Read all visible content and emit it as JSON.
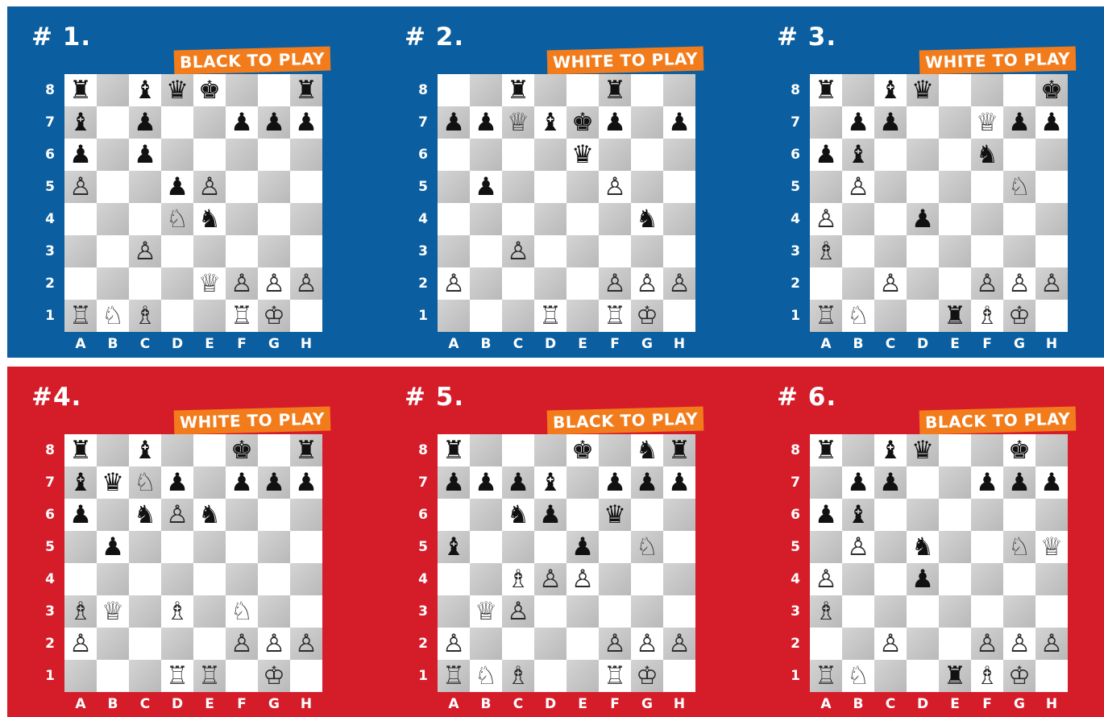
{
  "files": [
    "A",
    "B",
    "C",
    "D",
    "E",
    "F",
    "G",
    "H"
  ],
  "ranks": [
    "8",
    "7",
    "6",
    "5",
    "4",
    "3",
    "2",
    "1"
  ],
  "puzzles": [
    {
      "number": "# 1.",
      "banner": "BLACK TO PLAY",
      "board": [
        "r.bqk..r",
        "b.p..ppp",
        "p.p.....",
        "P..pP...",
        "...Nn...",
        "..P.....",
        "....QPPP",
        "RNB..RK."
      ]
    },
    {
      "number": "# 2.",
      "banner": "WHITE TO PLAY",
      "board": [
        "..r..r..",
        "ppQbkp.p",
        "....q...",
        ".p...P..",
        "......n.",
        "..P.....",
        "P....PPP",
        "...R.RK."
      ]
    },
    {
      "number": "# 3.",
      "banner": "WHITE TO PLAY",
      "board": [
        "r.bq...k",
        ".pp..Qpp",
        "pb...n..",
        ".P....N.",
        "P..p....",
        "B.......",
        "..P..PPP",
        "RN..rBK."
      ]
    },
    {
      "number": "#4.",
      "banner": "WHITE TO PLAY",
      "board": [
        "r.b..k.r",
        "bqNp.ppp",
        "p.nPn...",
        ".p......",
        "........",
        "BQ.B.N..",
        "P....PPP",
        "...RR.K."
      ]
    },
    {
      "number": "# 5.",
      "banner": "BLACK TO PLAY",
      "board": [
        "r...k.nr",
        "pppb.ppp",
        "..np.q..",
        "b...p.N.",
        "..BPP...",
        ".QP.....",
        "P....PPP",
        "RNB..RK."
      ]
    },
    {
      "number": "# 6.",
      "banner": "BLACK TO PLAY",
      "board": [
        "r.bq..k.",
        ".pp..ppp",
        "pb......",
        ".P.n..NQ",
        "P..p....",
        "B.......",
        "..P..PPP",
        "RN..rBK."
      ]
    }
  ]
}
